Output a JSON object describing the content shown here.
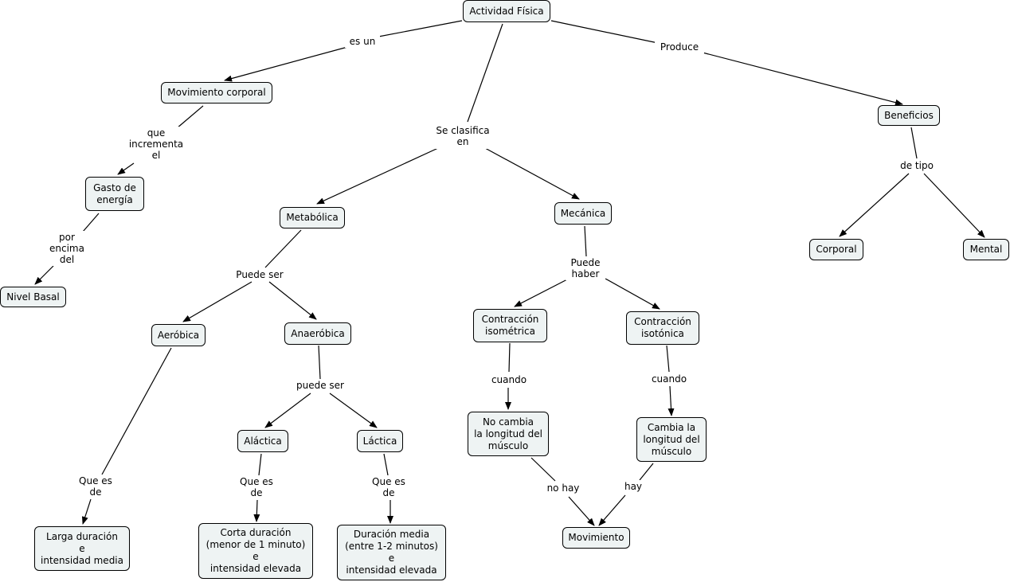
{
  "nodes": {
    "actividad_fisica": "Actividad Física",
    "movimiento_corporal": "Movimiento corporal",
    "beneficios": "Beneficios",
    "gasto_energia": "Gasto de\nenergía",
    "nivel_basal": "Nivel Basal",
    "metabolica": "Metabólica",
    "mecanica": "Mecánica",
    "corporal": "Corporal",
    "mental": "Mental",
    "aerobica": "Aeróbica",
    "anaerobica": "Anaeróbica",
    "contraccion_isometrica": "Contracción\nisométrica",
    "contraccion_isotonica": "Contracción\nisotónica",
    "alactica": "Aláctica",
    "lactica": "Láctica",
    "no_cambia": "No cambia\nla longitud del\nmúsculo",
    "cambia": "Cambia la\nlongitud del\nmúsculo",
    "larga_duracion": "Larga duración\ne\nintensidad media",
    "corta_duracion": "Corta duración\n(menor de 1 minuto)\ne\nintensidad elevada",
    "duracion_media": "Duración media\n(entre 1-2 minutos)\ne\nintensidad elevada",
    "movimiento": "Movimiento"
  },
  "links": {
    "es_un": "es un",
    "se_clasifica_en": "Se clasifica\nen",
    "produce": "Produce",
    "que_incrementa_el": "que\nincrementa\nel",
    "por_encima_del": "por\nencima\ndel",
    "puede_ser": "Puede ser",
    "puede_haber": "Puede\nhaber",
    "de_tipo": "de tipo",
    "puede_ser_2": "puede ser",
    "cuando_1": "cuando",
    "cuando_2": "cuando",
    "que_es_de_1": "Que es\nde",
    "que_es_de_2": "Que es\nde",
    "que_es_de_3": "Que es\nde",
    "no_hay": "no hay",
    "hay": "hay"
  }
}
